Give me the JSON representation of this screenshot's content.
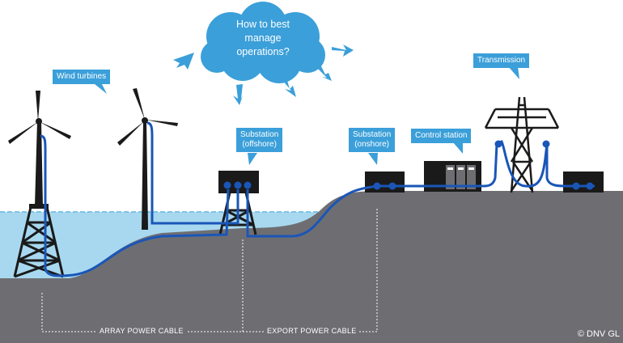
{
  "cloud": {
    "question": "How to best manage operations?"
  },
  "callouts": {
    "wind_turbines": "Wind turbines",
    "substation_offshore_1": "Substation",
    "substation_offshore_2": "(offshore)",
    "substation_onshore_1": "Substation",
    "substation_onshore_2": "(onshore)",
    "control_station": "Control station",
    "transmission": "Transmission"
  },
  "cables": {
    "array": "ARRAY POWER CABLE",
    "export": "EXPORT POWER CABLE"
  },
  "copyright": "© DNV GL",
  "colors": {
    "sea": "#a8d8ef",
    "ground": "#6e6e72",
    "cable": "#1a56b8",
    "callout": "#3b9fd9",
    "structure": "#1a1a1a"
  }
}
